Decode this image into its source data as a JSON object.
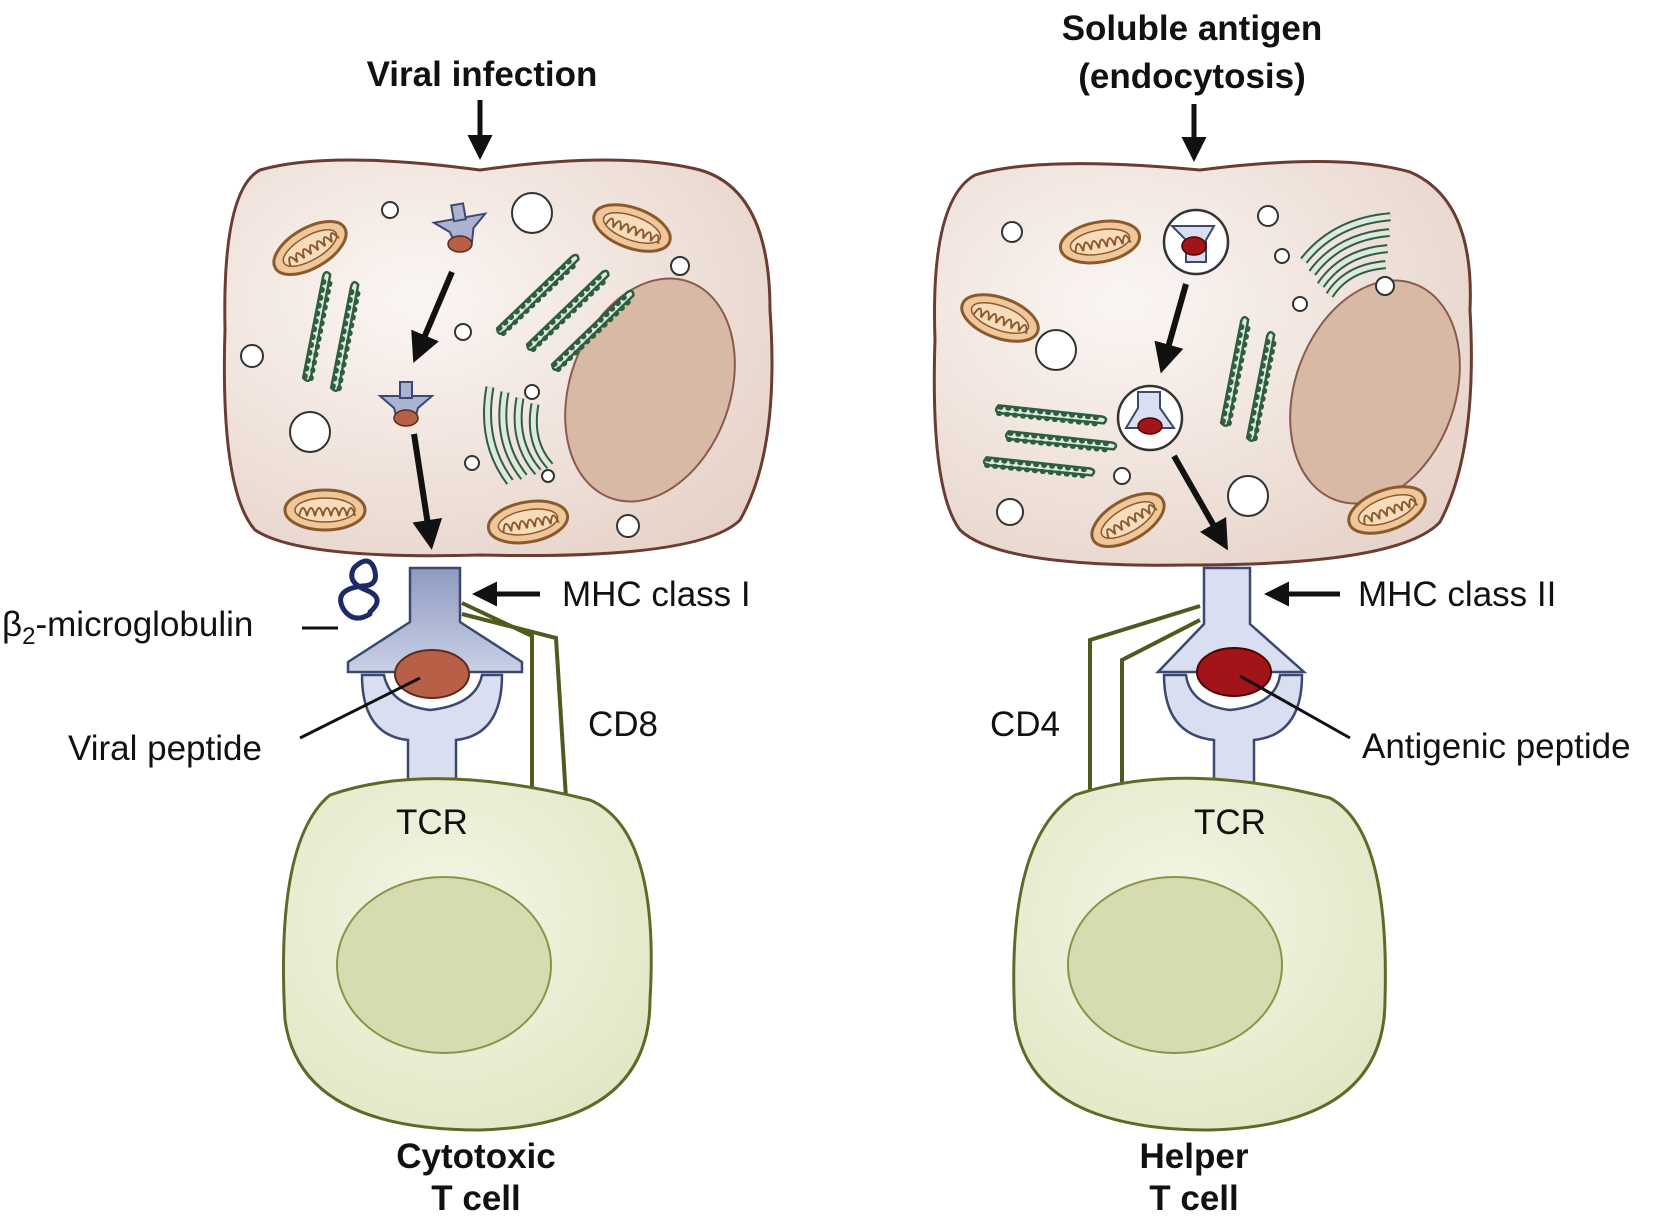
{
  "left": {
    "top_label": "Viral infection",
    "mhc_label": "MHC class I",
    "beta2m_label": "β",
    "beta2m_sub": "2",
    "beta2m_rest": "-microglobulin",
    "coreceptor_label": "CD8",
    "peptide_label": "Viral peptide",
    "tcr_label": "TCR",
    "cell_title_line1": "Cytotoxic",
    "cell_title_line2": "T cell"
  },
  "right": {
    "top_label_line1": "Soluble antigen",
    "top_label_line2": "(endocytosis)",
    "mhc_label": "MHC class II",
    "coreceptor_label": "CD4",
    "peptide_label": "Antigenic peptide",
    "tcr_label": "TCR",
    "cell_title_line1": "Helper",
    "cell_title_line2": "T cell"
  },
  "colors": {
    "apc_fill": "#ecdcd5",
    "apc_stroke": "#6b3c32",
    "nucleus_fill": "#d7b9a6",
    "mito_fill": "#f0c79a",
    "mito_stroke": "#8a5a2c",
    "er_fill": "#dde9e0",
    "er_stroke": "#2e5e3e",
    "mhc_fill": "#aab4d0",
    "mhc_stroke": "#3c4870",
    "tcr_fill": "#d9dff0",
    "viral_peptide": "#b85f48",
    "antigen_peptide": "#a0141a",
    "tcell_fill": "#e8ecd2",
    "tcell_stroke": "#5f6a28",
    "tcell_nucleus": "#d6dbb0",
    "coreceptor": "#4f5a1e"
  }
}
